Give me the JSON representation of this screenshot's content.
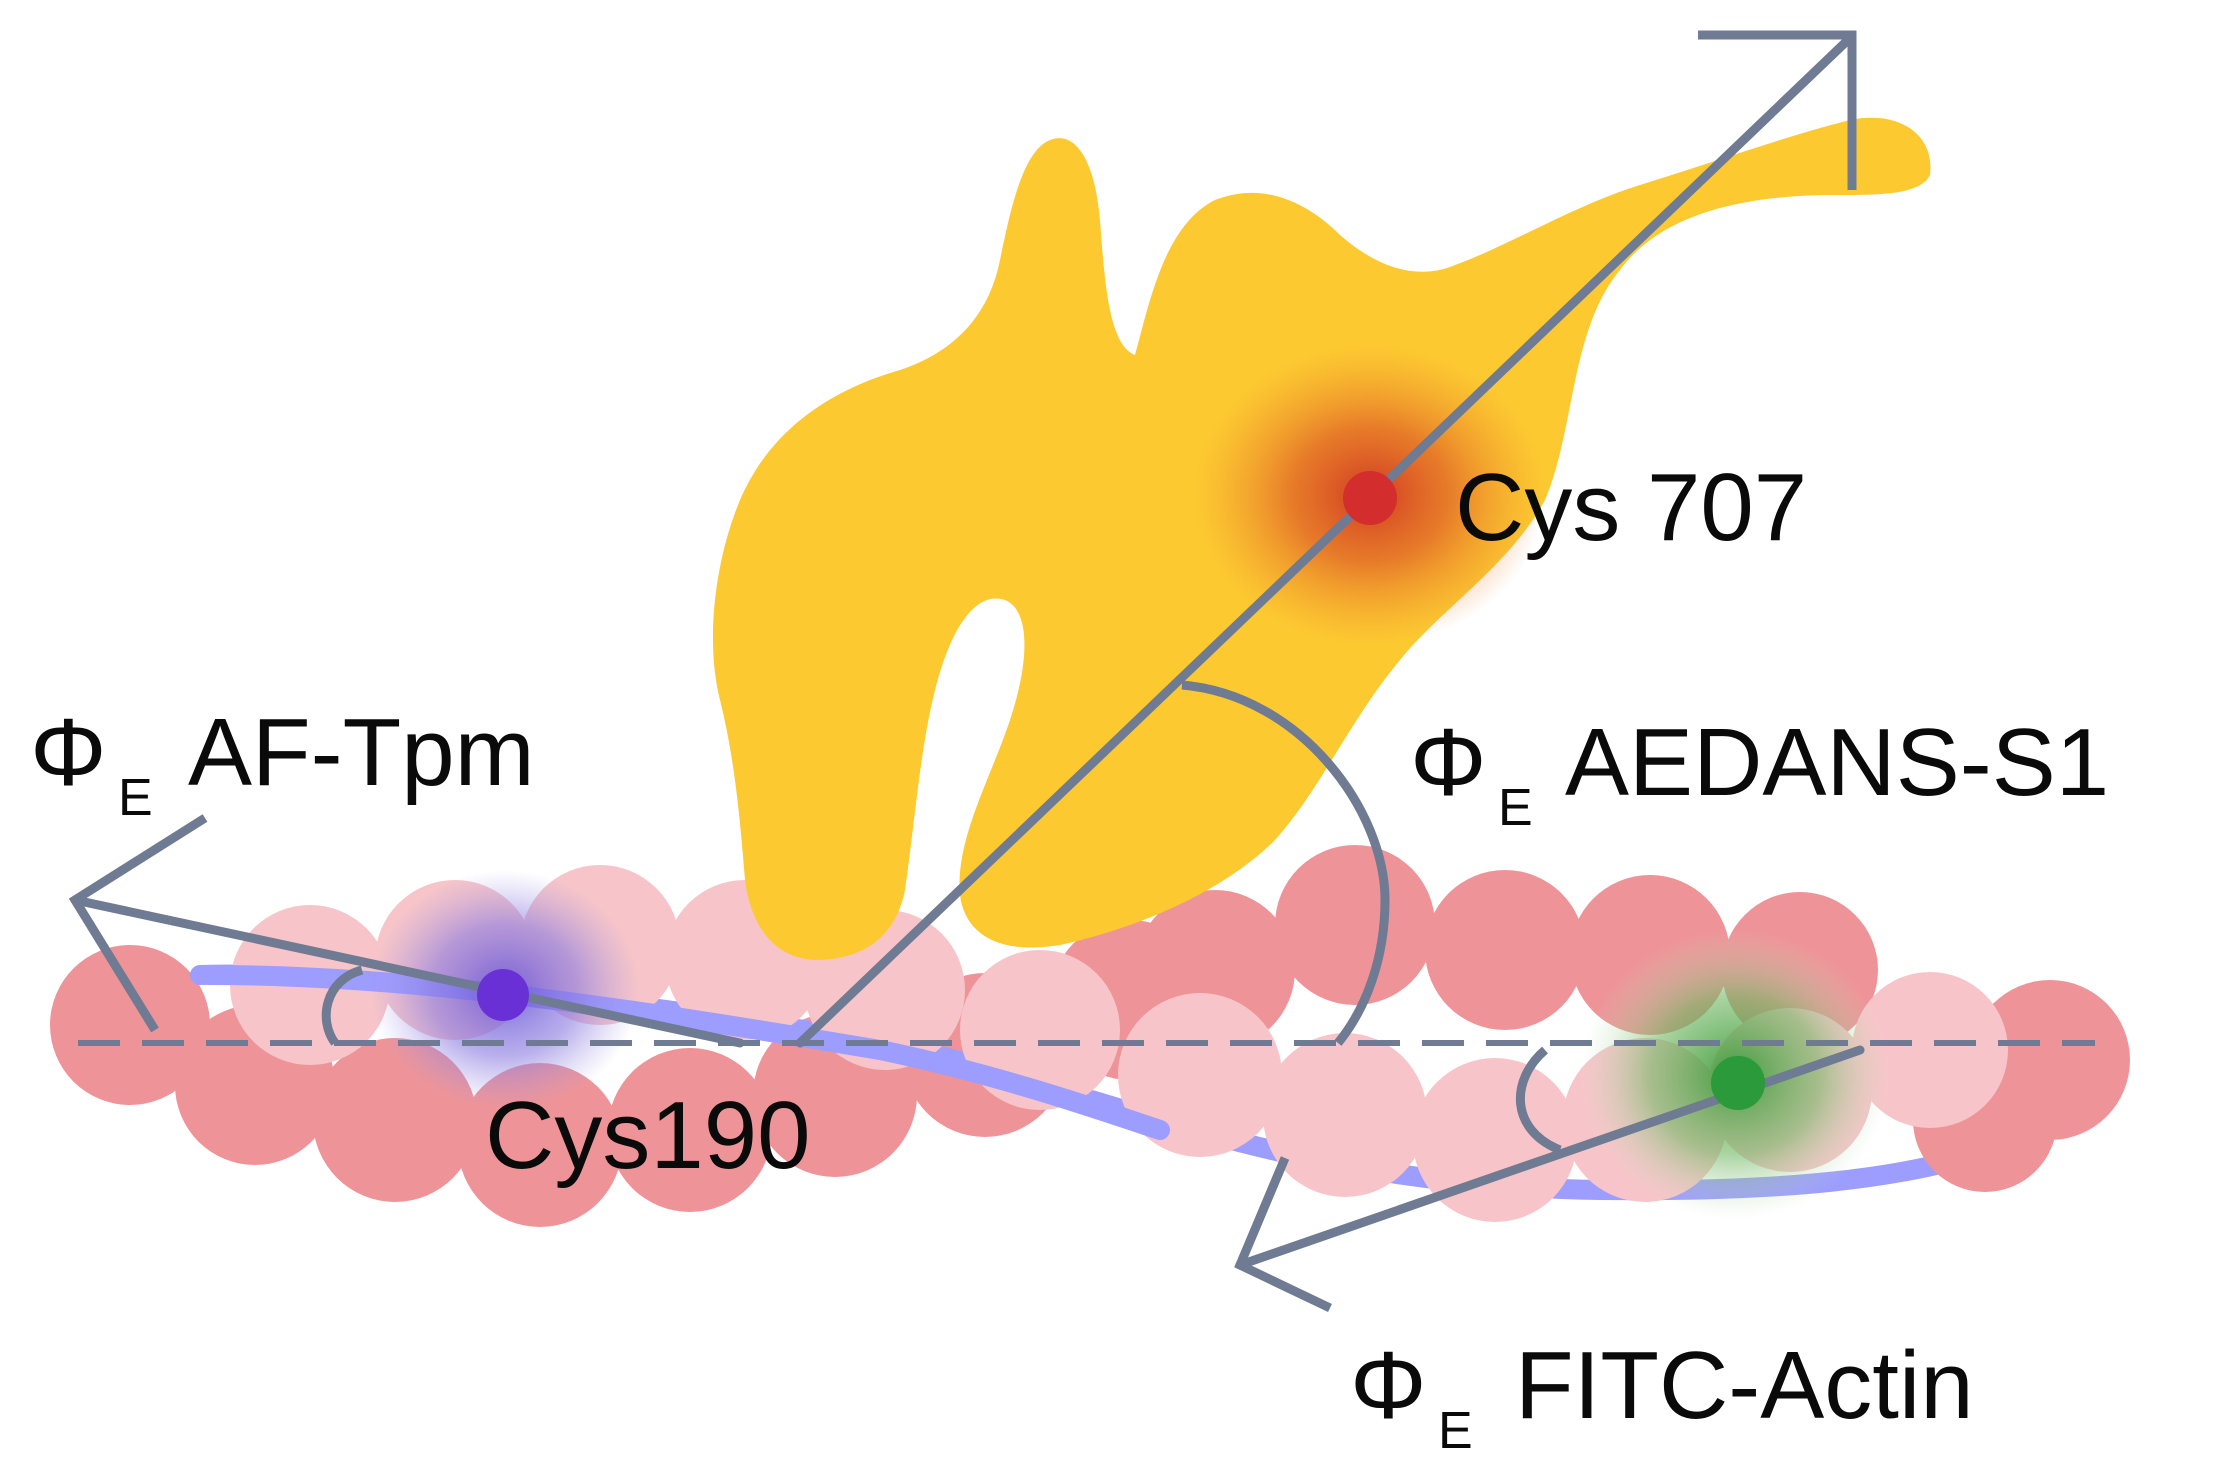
{
  "labels": {
    "cys707": "Cys 707",
    "cys190": "Cys190",
    "phi_symbol": "Φ",
    "phi_subscript": "E",
    "af_tpm": "AF-Tpm",
    "aedans_s1": "AEDANS-S1",
    "fitc_actin": "FITC-Actin"
  },
  "colors": {
    "myosin": "#fcc931",
    "actin_dark": "#ee9498",
    "actin_light": "#f7c5c9",
    "tropomyosin": "#9d9cff",
    "axis": "#6f7a93",
    "cys707_dot": "#d42d2d",
    "cys707_glow": "#d8432a",
    "cys190_dot": "#6930d6",
    "cys190_glow": "#7a63d8",
    "fitc_dot": "#2a9a3a",
    "fitc_glow": "#3f9a3a"
  }
}
